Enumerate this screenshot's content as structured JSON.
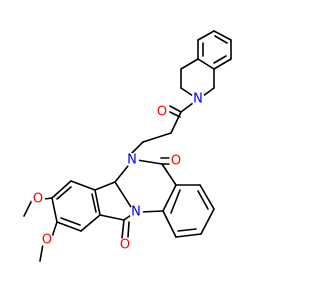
{
  "figure": {
    "type": "chemical-structure"
  },
  "colors": {
    "bond": "#000000",
    "oxygen": "#ff0000",
    "nitrogen": "#0000ff",
    "background": "#ffffff"
  },
  "atom_labels": {
    "o_amide_chain": "O",
    "n_isoquinoline": "N",
    "n_quinazoline": "N",
    "o_carbonyl_right": "O",
    "o_methoxy_upper": "O",
    "o_methoxy_lower": "O",
    "o_carbonyl_bottom": "O",
    "n_ring_junction": "N"
  }
}
